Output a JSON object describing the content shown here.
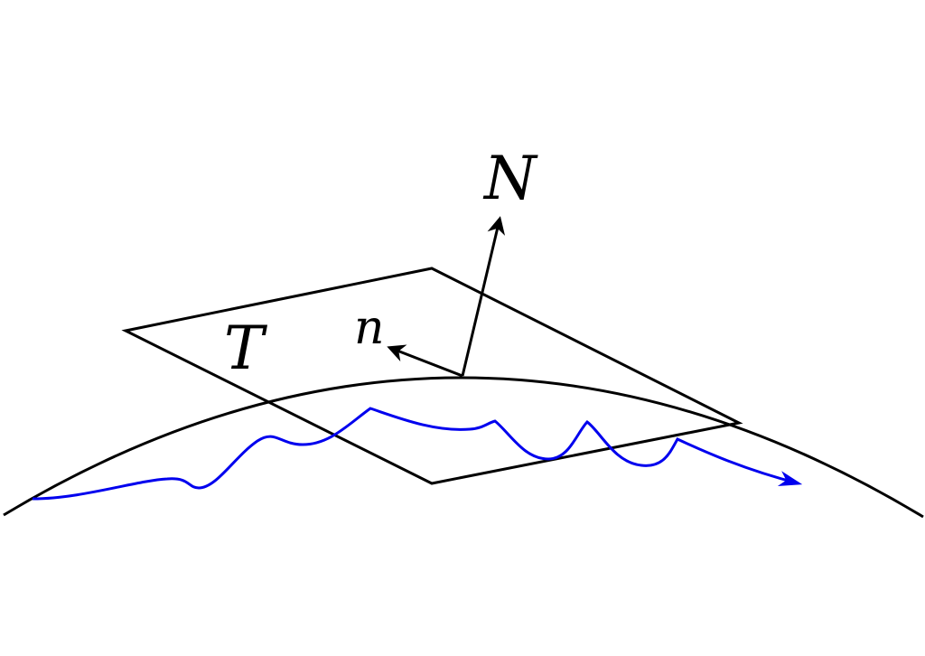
{
  "labels": {
    "normal_N": "N",
    "normal_n": "n",
    "tangent_plane_T": "T"
  },
  "colors": {
    "ink": "#000000",
    "path": "#0000ee",
    "background": "#ffffff"
  }
}
